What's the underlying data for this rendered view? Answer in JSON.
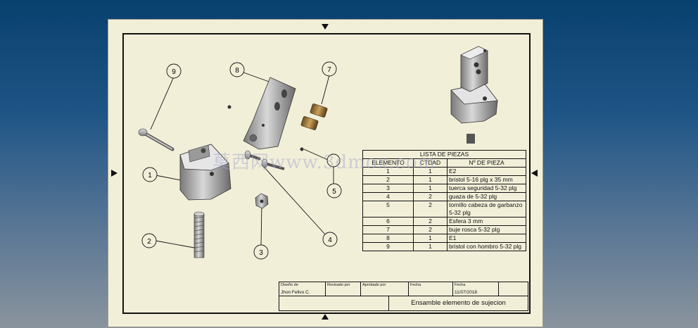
{
  "parts_list": {
    "title": "LISTA DE PIEZAS",
    "headers": [
      "ELEMENTO",
      "CTDAD",
      "Nº DE PIEZA"
    ],
    "rows": [
      {
        "item": "1",
        "qty": "1",
        "part": "E2"
      },
      {
        "item": "2",
        "qty": "1",
        "part": "bristol 5-16 plg x 35 mm"
      },
      {
        "item": "3",
        "qty": "1",
        "part": "tuerca seguridad 5-32 plg"
      },
      {
        "item": "4",
        "qty": "2",
        "part": "guaza de 5-32 plg"
      },
      {
        "item": "5",
        "qty": "2",
        "part": "tornillo cabeza de garbanzo 5-32 plg"
      },
      {
        "item": "6",
        "qty": "2",
        "part": "Esfera 3 mm"
      },
      {
        "item": "7",
        "qty": "2",
        "part": "buje rosca 5-32 plg"
      },
      {
        "item": "8",
        "qty": "1",
        "part": "E1"
      },
      {
        "item": "9",
        "qty": "1",
        "part": "bristol con hombro 5-32 plg"
      }
    ]
  },
  "title_block": {
    "designed_label": "Diseño de",
    "designer": "Jhon Fellvo C.",
    "reviewed_label": "Revisado por",
    "approved_label": "Aprobado por",
    "date_label1": "Fecha",
    "date_label2": "Fecha",
    "date": "11/07/2018",
    "drawing_title": "Ensamble elemento de sujecion"
  },
  "balloons": [
    "1",
    "2",
    "3",
    "4",
    "5",
    "7",
    "8",
    "9"
  ],
  "watermark": "莫西网www.3dmox.com"
}
